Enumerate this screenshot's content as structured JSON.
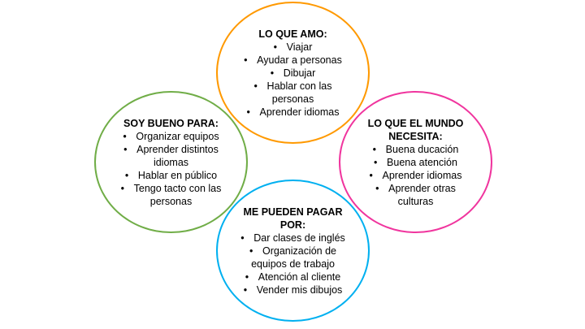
{
  "diagram": {
    "type": "ikigai-four-circles",
    "circles": [
      {
        "id": "amo",
        "title": "LO QUE AMO:",
        "color": "#FF9900",
        "items": [
          "Viajar",
          "Ayudar a personas",
          "Dibujar",
          "Hablar con las personas",
          "Aprender idiomas"
        ]
      },
      {
        "id": "bueno",
        "title": "SOY BUENO PARA:",
        "color": "#70AD47",
        "items": [
          "Organizar equipos",
          "Aprender distintos idiomas",
          "Hablar en público",
          "Tengo tacto con las personas"
        ]
      },
      {
        "id": "mundo",
        "title": "LO QUE EL MUNDO NECESITA:",
        "color": "#F0359E",
        "items": [
          "Buena ducación",
          "Buena atención",
          "Aprender idiomas",
          "Aprender otras culturas"
        ]
      },
      {
        "id": "pagar",
        "title": "ME PUEDEN PAGAR POR:",
        "color": "#00B0F0",
        "items": [
          "Dar clases de inglés",
          "Organización de equipos de trabajo",
          "Atención al cliente",
          "Vender mis dibujos"
        ]
      }
    ],
    "bullet_glyph": "•"
  }
}
